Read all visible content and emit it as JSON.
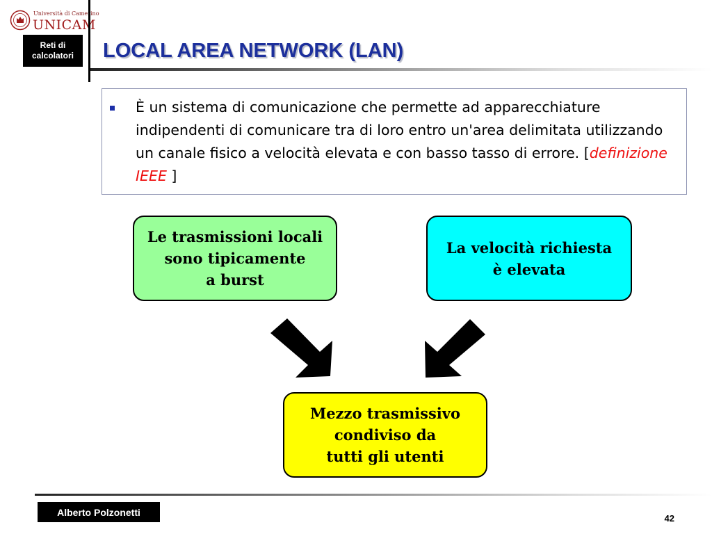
{
  "logo": {
    "subtitle": "Università di Camerino",
    "name": "UNICAM"
  },
  "course_badge": {
    "line1": "Reti di",
    "line2": "calcolatori"
  },
  "title": "LOCAL AREA NETWORK (LAN)",
  "definition": {
    "text": "È un sistema di comunicazione che permette ad apparecchiature indipendenti di comunicare tra di loro entro un'area delimitata utilizzando un canale fisico a velocità elevata e con basso tasso di errore. [",
    "emphasis": "definizione IEEE",
    "suffix": " ]"
  },
  "boxes": {
    "left": {
      "lines": [
        "Le trasmissioni locali",
        "sono tipicamente",
        "a burst"
      ]
    },
    "right": {
      "lines": [
        "La velocità richiesta",
        "è elevata"
      ]
    },
    "bottom": {
      "lines": [
        "Mezzo trasmissivo",
        "condiviso da",
        "tutti gli utenti"
      ]
    }
  },
  "colors": {
    "title": "#1c2f9c",
    "box_left": "#99ff99",
    "box_right": "#00ffff",
    "box_bottom": "#ffff00",
    "definition_emphasis": "#ee1111"
  },
  "footer": {
    "author": "Alberto Polzonetti",
    "page_number": "42"
  }
}
